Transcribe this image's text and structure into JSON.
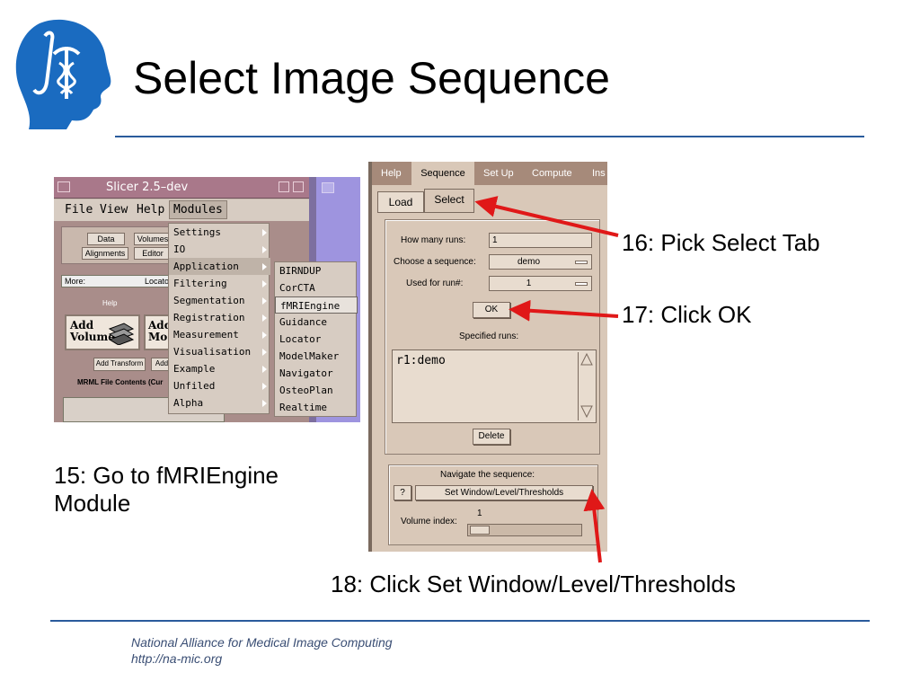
{
  "slide": {
    "title": "Select Image Sequence",
    "footer_line1": "National Alliance for Medical Image Computing",
    "footer_line2": "http://na-mic.org",
    "colors": {
      "rule": "#2a5b9c",
      "logo": "#1a6bc0",
      "arrow": "#e01818"
    }
  },
  "callouts": {
    "step15": "15: Go to fMRIEngine",
    "step15_line2": "Module",
    "step16": "16: Pick Select Tab",
    "step17": "17: Click OK",
    "step18": "18: Click Set Window/Level/Thresholds"
  },
  "slicer": {
    "window_title": "Slicer 2.5–dev",
    "menubar": [
      "File",
      "View",
      "Help",
      "Modules"
    ],
    "panel_buttons": [
      "Data",
      "Volumes",
      "Alignments",
      "Editor"
    ],
    "more_label": "More:",
    "locator_label": "Locato",
    "help_label": "Help",
    "add_volume": [
      "Add",
      "Volume"
    ],
    "add_mo": [
      "Add",
      "Mo"
    ],
    "add_transform": "Add Transform",
    "add_short": "Add",
    "mrml_label": "MRML File Contents (Cur",
    "modules_menu": [
      {
        "label": "Settings",
        "submenu": true
      },
      {
        "label": "IO",
        "submenu": true
      },
      {
        "label": "Application",
        "submenu": true
      },
      {
        "label": "Filtering",
        "submenu": true
      },
      {
        "label": "Segmentation",
        "submenu": true
      },
      {
        "label": "Registration",
        "submenu": true
      },
      {
        "label": "Measurement",
        "submenu": true
      },
      {
        "label": "Visualisation",
        "submenu": true
      },
      {
        "label": "Example",
        "submenu": true
      },
      {
        "label": "Unfiled",
        "submenu": true
      },
      {
        "label": "Alpha",
        "submenu": true
      }
    ],
    "selected_menu": "Application",
    "application_submenu": [
      "BIRNDUP",
      "CorCTA",
      "fMRIEngine",
      "Guidance",
      "Locator",
      "ModelMaker",
      "Navigator",
      "OsteoPlan",
      "Realtime"
    ],
    "selected_submenu": "fMRIEngine"
  },
  "fmri": {
    "tabs": [
      "Help",
      "Sequence",
      "Set Up",
      "Compute",
      "Ins"
    ],
    "active_tab": "Sequence",
    "subtabs": [
      "Load",
      "Select"
    ],
    "active_subtab": "Select",
    "how_many_runs_label": "How many runs:",
    "how_many_runs_value": "1",
    "choose_sequence_label": "Choose a sequence:",
    "choose_sequence_value": "demo",
    "used_for_run_label": "Used for run#:",
    "used_for_run_value": "1",
    "ok_label": "OK",
    "specified_runs_label": "Specified runs:",
    "specified_runs": [
      "r1:demo"
    ],
    "delete_label": "Delete",
    "navigate_label": "Navigate the sequence:",
    "help_btn": "?",
    "set_wlt_label": "Set Window/Level/Thresholds",
    "volume_index_label": "Volume index:",
    "volume_index_value": "1"
  }
}
